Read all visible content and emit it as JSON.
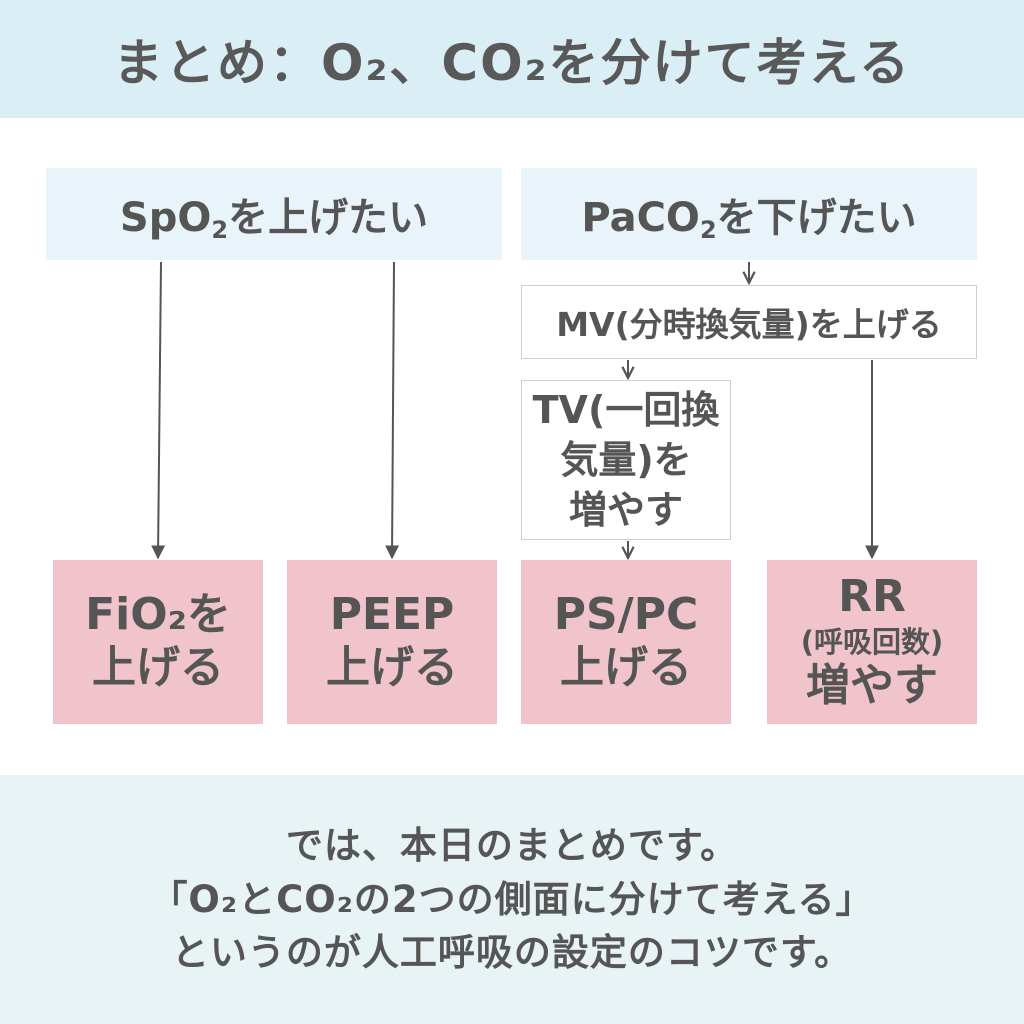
{
  "header": {
    "title": "まとめ：O₂、CO₂を分けて考える"
  },
  "goals": {
    "spo2": {
      "pre": "SpO",
      "sub": "2",
      "post": "を上げたい"
    },
    "paco2": {
      "pre": "PaCO",
      "sub": "2",
      "post": "を下げたい"
    }
  },
  "steps": {
    "mv": "MV(分時換気量)を上げる",
    "tv_lines": [
      "TV(一回換",
      "気量)を",
      "増やす"
    ]
  },
  "actions": {
    "fio2": [
      "FiO₂を",
      "上げる"
    ],
    "peep": [
      "PEEP",
      "上げる"
    ],
    "pspc": [
      "PS/PC",
      "上げる"
    ],
    "rr": [
      "RR",
      "(呼吸回数)",
      "増やす"
    ]
  },
  "footer": {
    "lines": [
      "では、本日のまとめです。",
      "「O₂とCO₂の2つの側面に分けて考える」",
      "というのが人工呼吸の設定のコツです。"
    ]
  },
  "colors": {
    "header_bg": "#d9eef5",
    "goal_bg": "#e8f3fa",
    "action_bg": "#f1c4cc",
    "footer_bg": "#e8f3f5",
    "text": "#555555",
    "arrow": "#555555"
  }
}
